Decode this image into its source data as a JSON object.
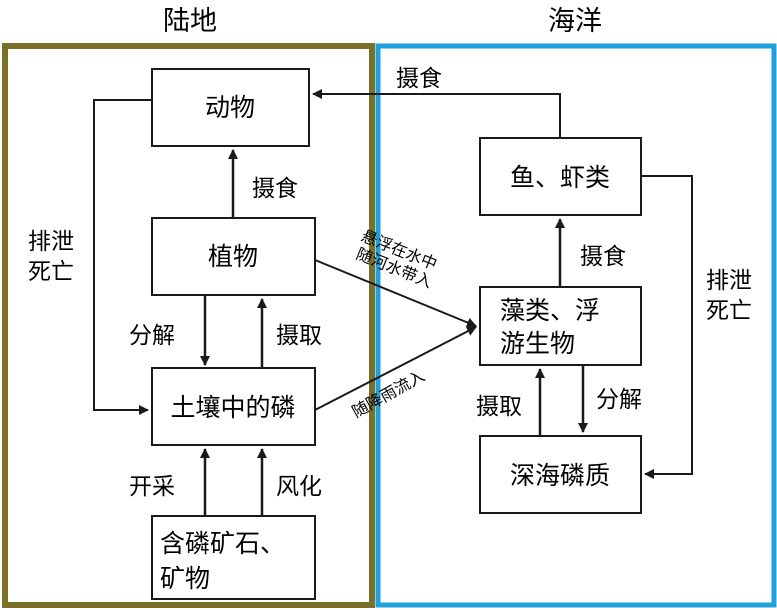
{
  "regions": {
    "land": {
      "title": "陆地",
      "color": "#7a7028"
    },
    "ocean": {
      "title": "海洋",
      "color": "#1fa1dd"
    }
  },
  "nodes": {
    "animal": "动物",
    "plant": "植物",
    "soil_phosphorus": "土壤中的磷",
    "ore_line1": "含磷矿石、",
    "ore_line2": "矿物",
    "fish": "鱼、虾类",
    "algae_line1": "藻类、浮",
    "algae_line2": "游生物",
    "deep_sea": "深海磷质"
  },
  "labels": {
    "plant_to_animal": "摄食",
    "soil_to_plant": "摄取",
    "plant_to_soil": "分解",
    "mining": "开采",
    "weathering": "风化",
    "land_excrete_line1": "排泄",
    "land_excrete_line2": "死亡",
    "ocean_to_animal": "摄食",
    "algae_to_fish": "摄食",
    "ocean_excrete_line1": "排泄",
    "ocean_excrete_line2": "死亡",
    "deep_to_algae": "摄取",
    "algae_to_deep": "分解",
    "suspend_line1": "悬浮在水中",
    "suspend_line2": "随河水带入",
    "rain_runoff": "随降雨流入"
  },
  "colors": {
    "line": "#1a1a1a"
  }
}
